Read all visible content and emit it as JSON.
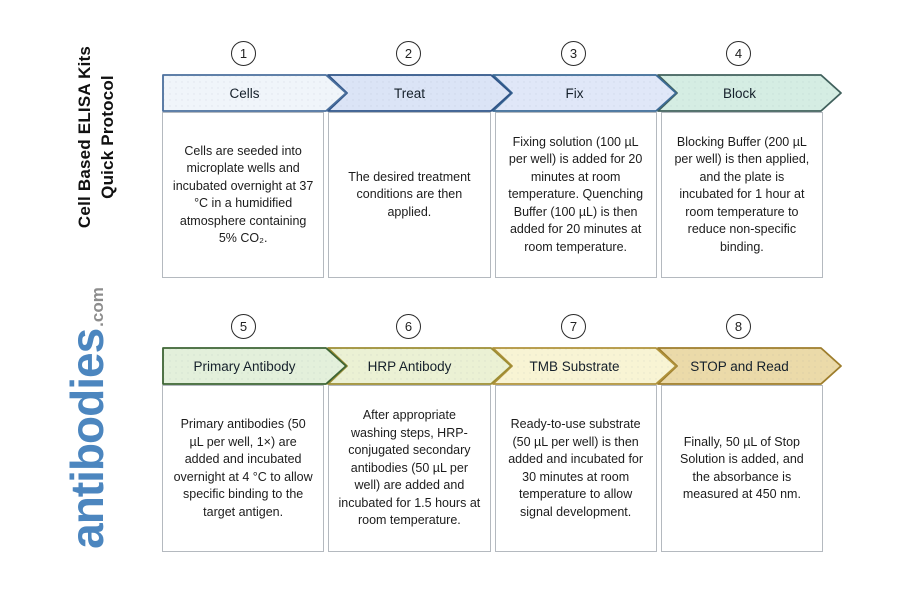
{
  "page": {
    "background": "#ffffff"
  },
  "sidebar": {
    "title_line1": "Cell Based ELISA Kits",
    "title_line2": "Quick Protocol",
    "logo_text": "antibodies",
    "logo_suffix": ".com",
    "logo_color": "#4c86bf",
    "logo_suffix_color": "#8d8d8d"
  },
  "steps": [
    {
      "number": "1",
      "label": "Cells",
      "description": "Cells are seeded into microplate wells and incubated overnight at 37 °C in a humidified atmosphere containing 5% CO₂.",
      "fill": "#f0f5fa",
      "border": "#4a6f9d"
    },
    {
      "number": "2",
      "label": "Treat",
      "description": "The desired treatment conditions are then applied.",
      "fill": "#dbe4f6",
      "border": "#2f5488"
    },
    {
      "number": "3",
      "label": "Fix",
      "description": "Fixing solution (100 µL per well) is added for 20 minutes at room temperature. Quenching Buffer (100 µL) is then added for 20 minutes at room temperature.",
      "fill": "#e0e7f8",
      "border": "#3c6b96"
    },
    {
      "number": "4",
      "label": "Block",
      "description": "Blocking Buffer (200 µL per well) is then applied, and the plate is incubated for 1 hour at room temperature to reduce non-specific binding.",
      "fill": "#d5ede3",
      "border": "#40605c"
    },
    {
      "number": "5",
      "label": "Primary Antibody",
      "description": "Primary antibodies (50 µL per well, 1×) are added and incubated overnight at 4 °C to allow specific binding to the target antigen.",
      "fill": "#e3f0db",
      "border": "#3d6433"
    },
    {
      "number": "6",
      "label": "HRP Antibody",
      "description": "After appropriate washing steps, HRP-conjugated secondary antibodies (50 µL per well) are added and incubated for 1.5 hours at room temperature.",
      "fill": "#ebf1d4",
      "border": "#9d8d33"
    },
    {
      "number": "7",
      "label": "TMB Substrate",
      "description": "Ready-to-use substrate (50 µL per well) is then added and incubated for 30 minutes at room temperature to allow signal development.",
      "fill": "#f8f4d4",
      "border": "#b0923a"
    },
    {
      "number": "8",
      "label": "STOP and Read",
      "description": "Finally, 50 µL of Stop Solution is added, and the absorbance is measured at 450 nm.",
      "fill": "#ebdaa9",
      "border": "#9e7d2b"
    }
  ]
}
